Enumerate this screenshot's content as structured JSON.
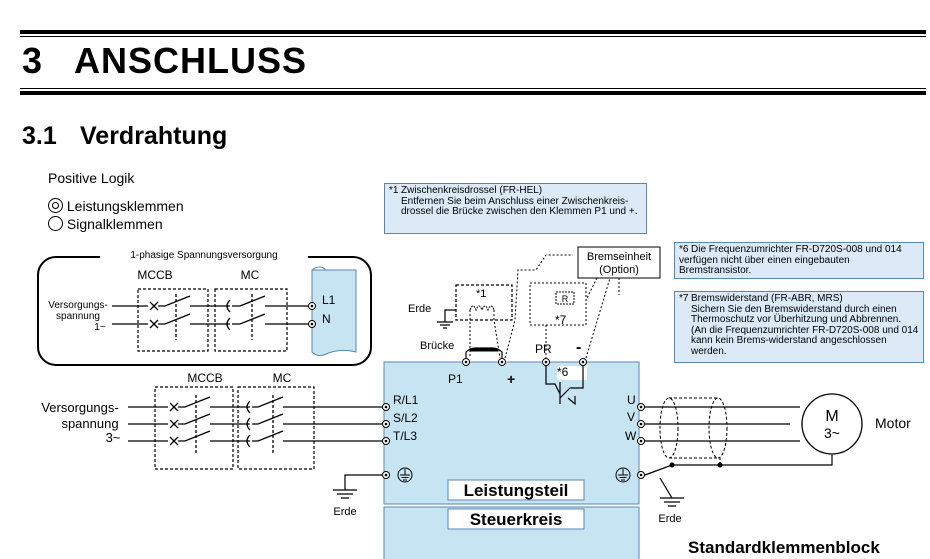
{
  "chapter": {
    "number": "3",
    "title": "ANSCHLUSS"
  },
  "section": {
    "number": "3.1",
    "title": "Verdrahtung"
  },
  "logic_label": "Positive Logik",
  "legend": {
    "power_terminals": "Leistungsklemmen",
    "signal_terminals": "Signalklemmen"
  },
  "notes": {
    "n1": {
      "marker": "*1",
      "title": "Zwischenkreisdrossel (FR-HEL)",
      "body": "Entfernen Sie beim Anschluss einer Zwischenkreis-drossel die Brücke zwischen den Klemmen P1 und +."
    },
    "n6": {
      "marker": "*6",
      "body": "Die Frequenzumrichter FR-D720S-008 und 014 verfügen nicht über einen eingebauten Bremstransistor."
    },
    "n7": {
      "marker": "*7",
      "title": "Bremswiderstand (FR-ABR, MRS)",
      "body": "Sichern Sie den Bremswiderstand durch einen Thermoschutz vor Überhitzung und Abbrennen. (An die Frequenzumrichter FR-D720S-008 und 014 kann kein Brems-widerstand angeschlossen werden."
    }
  },
  "diagram": {
    "single_phase_title": "1-phasige Spannungsversorgung",
    "mccb": "MCCB",
    "mc": "MC",
    "supply_1ph": [
      "Versorgungs-",
      "spannung",
      "1~"
    ],
    "supply_3ph": [
      "Versorgungs-",
      "spannung",
      "3~"
    ],
    "terminals_1ph": [
      "L1",
      "N"
    ],
    "terminals_in": [
      "R/L1",
      "S/L2",
      "T/L3"
    ],
    "terminals_out": [
      "U",
      "V",
      "W"
    ],
    "earth": "Erde",
    "bridge": "Brücke",
    "p1": "P1",
    "plus": "+",
    "pr": "PR",
    "minus": "-",
    "marker_1": "*1",
    "marker_6": "*6",
    "marker_7": "*7",
    "resistor_r": "R",
    "brake_unit": [
      "Bremseinheit",
      "(Option)"
    ],
    "power_section": "Leistungsteil",
    "control_circuit": "Steuerkreis",
    "motor_m": "M",
    "motor_3": "3~",
    "motor_label": "Motor",
    "standard_block": "Standardklemmenblock"
  },
  "colors": {
    "inverter_fill": "#c6e4f2",
    "note_fill": "#dbeaf6",
    "note_border": "#5a87b0"
  }
}
